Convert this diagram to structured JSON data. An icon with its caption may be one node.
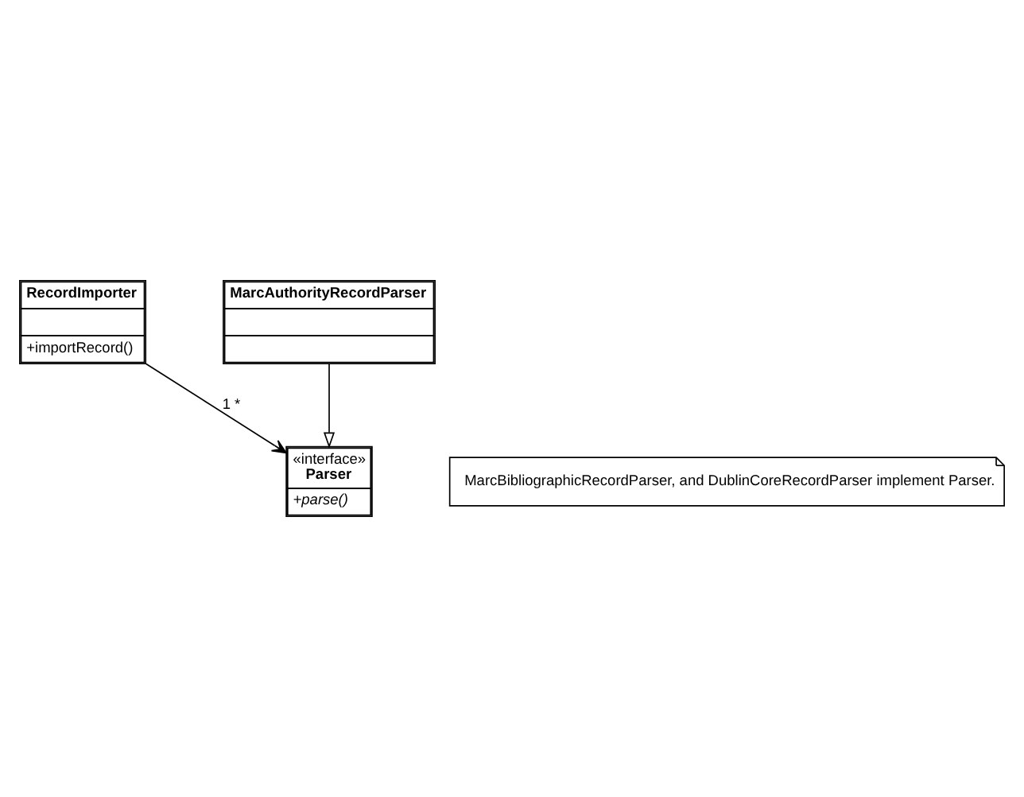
{
  "diagram": {
    "nodes": [
      {
        "text": [
          "RecordImporter",
          "+importRecord()"
        ]
      },
      {
        "text": [
          "«interface»",
          "Parser",
          "+parse()"
        ]
      },
      {
        "text": [
          "MarcAuthorityRecordParser"
        ]
      },
      {
        "text": [
          "MarcBibliographicRecordParser, and DublinCoreRecordParser implement Parser."
        ]
      }
    ],
    "edges": [
      {
        "from": 0,
        "to": 1,
        "arrow": "to",
        "label": "1 *"
      },
      {
        "from": 2,
        "to": 1,
        "arrow": "to"
      }
    ]
  }
}
